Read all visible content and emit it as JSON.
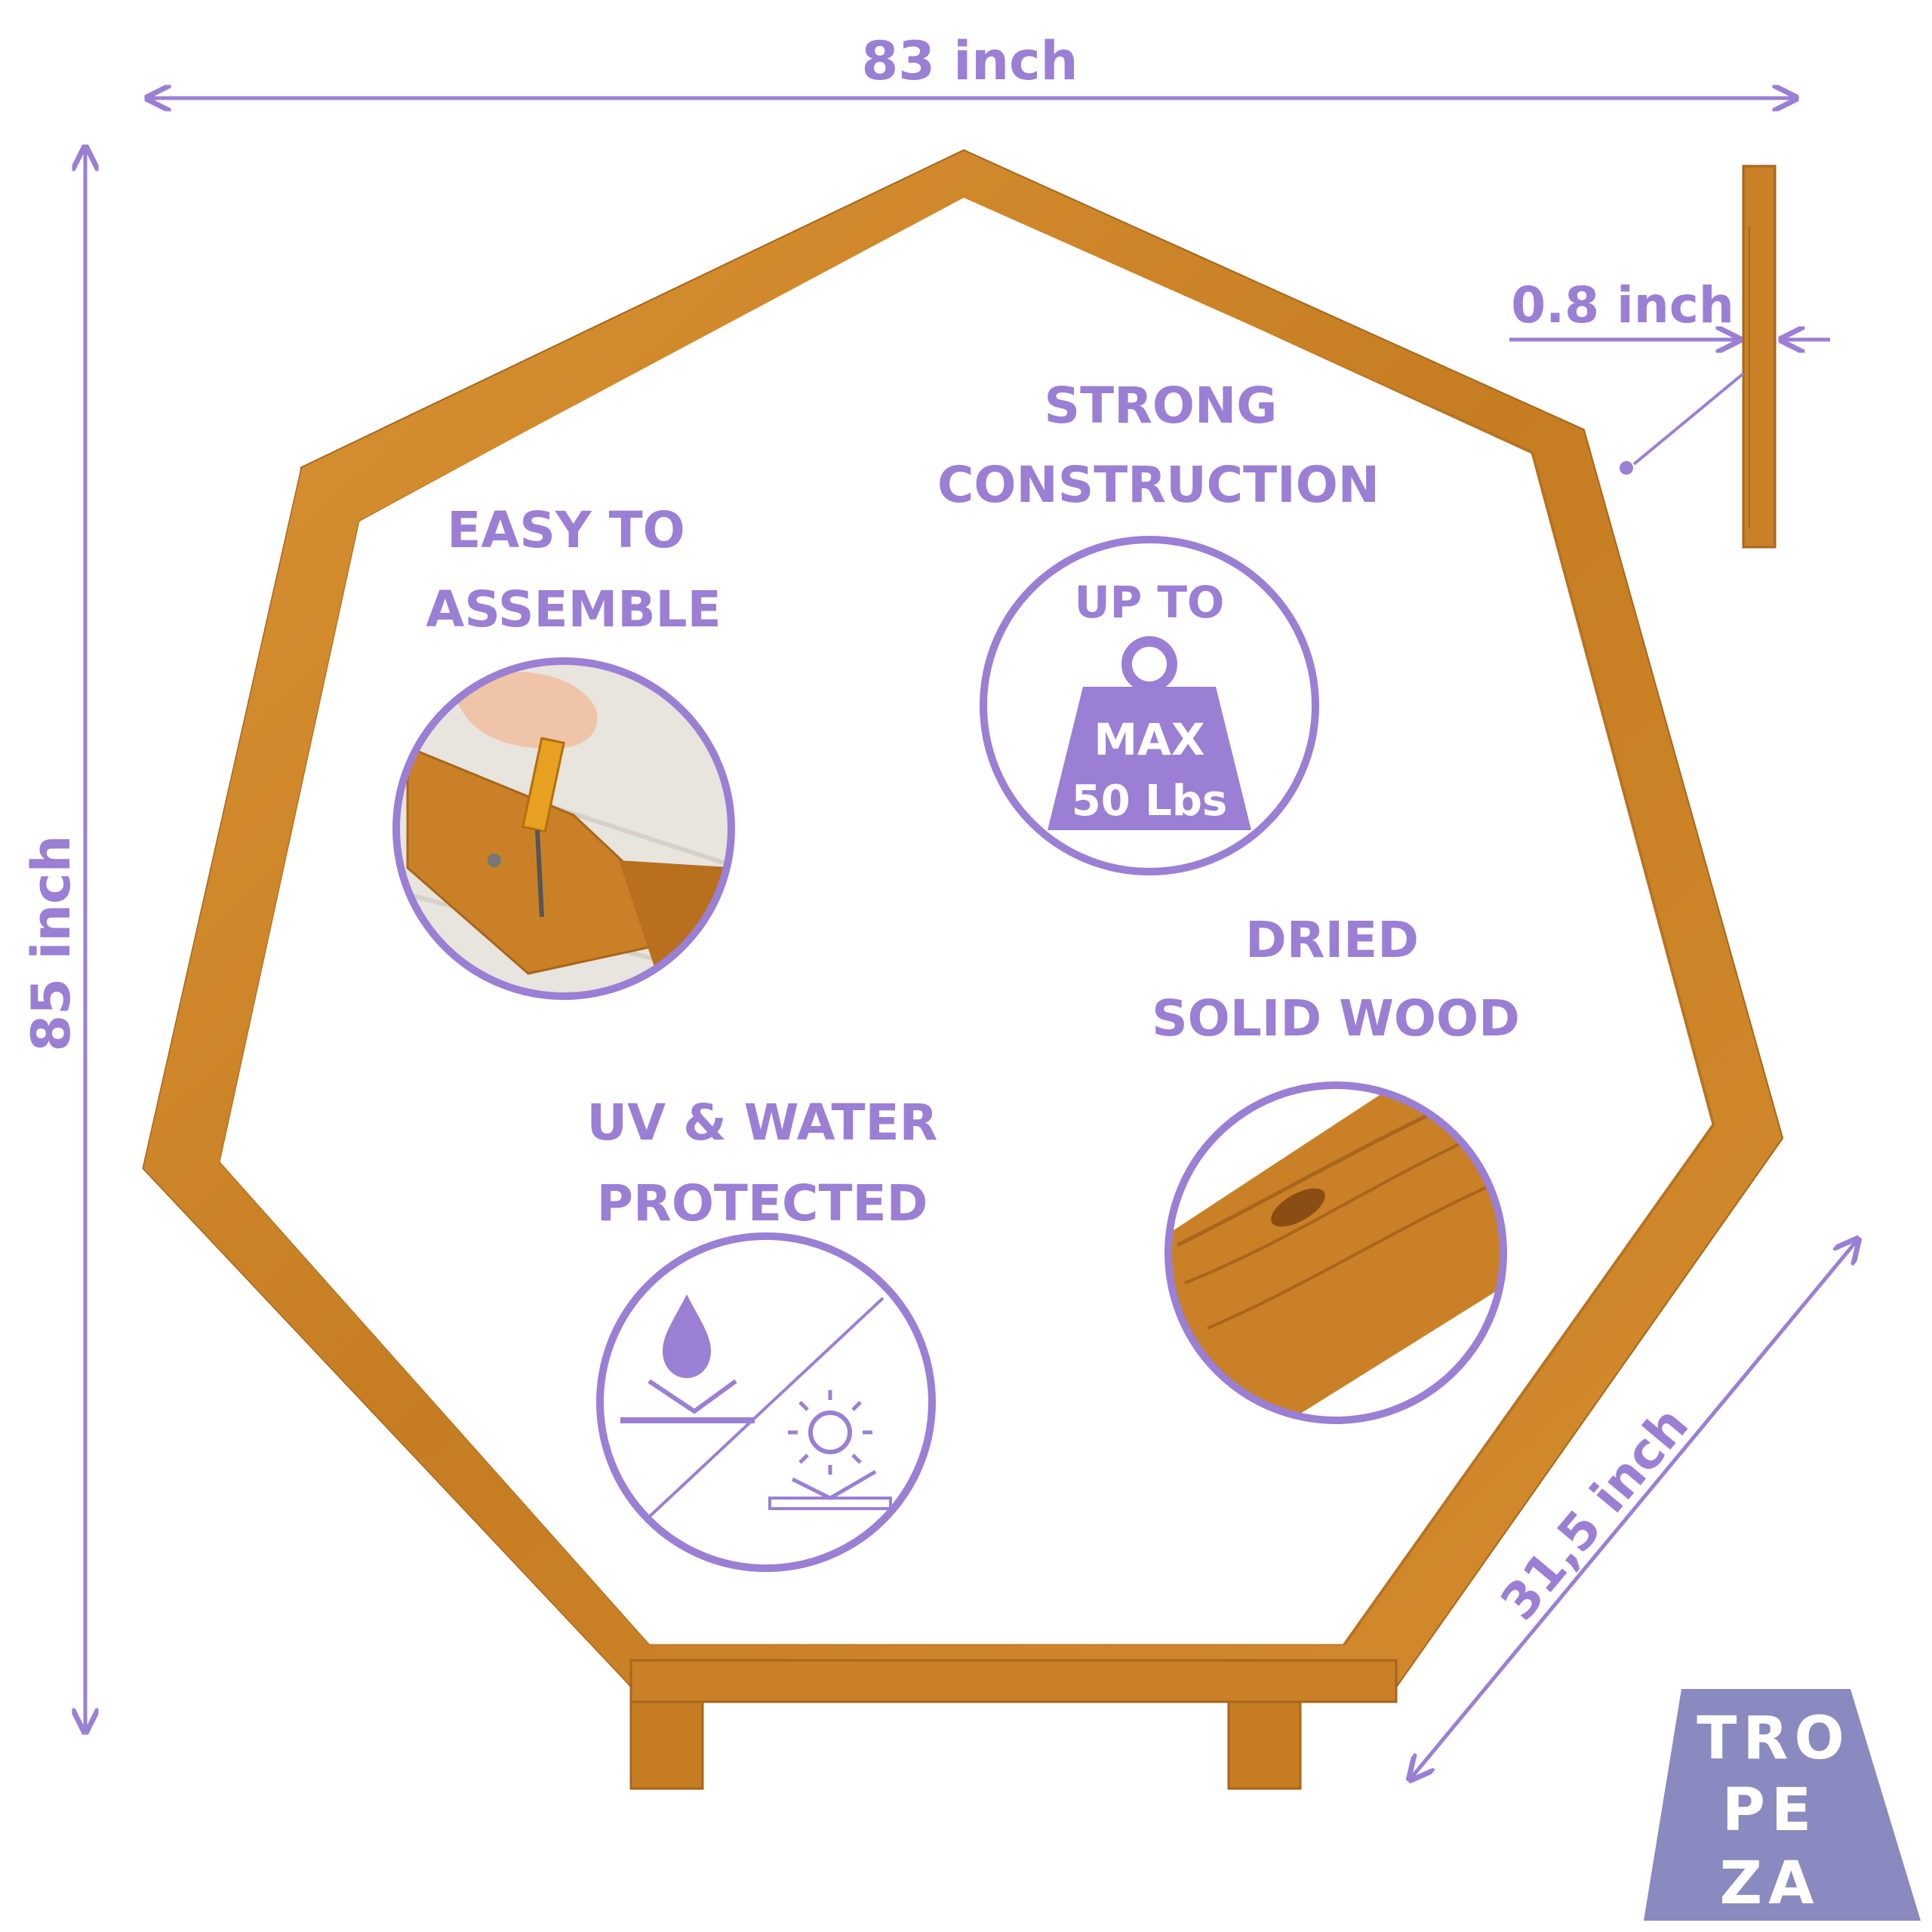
{
  "dimensions": {
    "width_label": "83 inch",
    "height_label": "85 inch",
    "thickness_label": "0.8 inch",
    "side_label": "31,5 inch"
  },
  "features": {
    "strong": {
      "line1": "STRONG",
      "line2": "CONSTRUCTION"
    },
    "easy": {
      "line1": "EASY TO",
      "line2": "ASSEMBLE"
    },
    "weight": {
      "line1": "UP TO",
      "line2": "MAX",
      "line3": "50 Lbs"
    },
    "dried": {
      "line1": "DRIED",
      "line2": "SOLID WOOD"
    },
    "uv": {
      "line1": "UV & WATER",
      "line2": "PROTECTED"
    }
  },
  "logo": {
    "row1": "TRO",
    "row2": "PE",
    "row3": "ZA"
  },
  "colors": {
    "accent": "#9a7fd4",
    "wood": "#d08a2a",
    "wood_dark": "#a8661c",
    "logo_bg": "#8a8ac0"
  }
}
